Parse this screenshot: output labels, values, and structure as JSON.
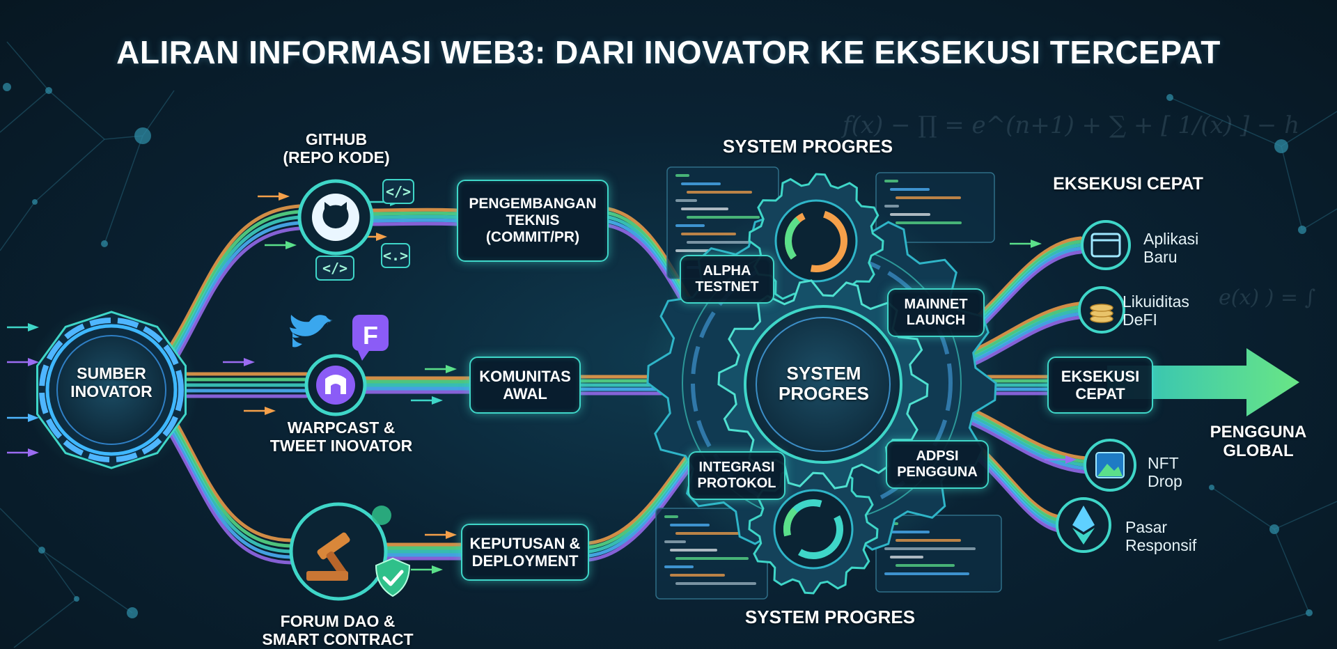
{
  "title": "ALIRAN INFORMASI WEB3: DARI INOVATOR KE EKSEKUSI TERCEPAT",
  "colors": {
    "background": "#0a2233",
    "accent_teal": "#3fd6c8",
    "accent_green": "#5be08a",
    "accent_orange": "#f5a04a",
    "accent_purple": "#9b6cf2",
    "accent_blue": "#4fb6ff"
  },
  "source": {
    "lines": [
      "SUMBER",
      "INOVATOR"
    ]
  },
  "channels": {
    "github": {
      "label_lines": [
        "GITHUB",
        "(REPO KODE)"
      ],
      "icon": "github-icon",
      "code_glyph": "</>",
      "code_glyph_alt": "<.>"
    },
    "warpcast": {
      "label_lines": [
        "WARPCAST &",
        "TWEET INOVATOR"
      ],
      "icon": "warpcast-icon",
      "bird_icon": "twitter-bird-icon",
      "farcaster_icon": "farcaster-icon",
      "farcaster_letter": "F"
    },
    "dao": {
      "label_lines": [
        "FORUM DAO &",
        "SMART CONTRACT"
      ],
      "icon": "gavel-icon",
      "shield_icon": "shield-check-icon"
    }
  },
  "stages": {
    "dev": [
      "PENGEMBANGAN",
      "TEKNIS",
      "(COMMIT/PR)"
    ],
    "community": [
      "KOMUNITAS",
      "AWAL"
    ],
    "deploy": [
      "KEPUTUSAN &",
      "DEPLOYMENT"
    ]
  },
  "engine": {
    "center": [
      "SYSTEM",
      "PROGRES"
    ],
    "top_label": "SYSTEM PROGRES",
    "bottom_label": "SYSTEM PROGRES",
    "alpha": [
      "ALPHA",
      "TESTNET"
    ],
    "mainnet": [
      "MAINNET",
      "LAUNCH"
    ],
    "integrasi": [
      "INTEGRASI",
      "PROTOKOL"
    ],
    "adopsi": [
      "ADPSI",
      "PENGGUNA"
    ]
  },
  "execution": {
    "header": "EKSEKUSI CEPAT",
    "center_box": [
      "EKSEKUSI",
      "CEPAT"
    ],
    "outputs": [
      {
        "lines": [
          "Aplikasi",
          "Baru"
        ],
        "icon": "app-window-icon"
      },
      {
        "lines": [
          "Likuiditas",
          "DeFI"
        ],
        "icon": "coin-stack-icon"
      },
      {
        "lines": [
          "NFT",
          "Drop"
        ],
        "icon": "image-icon"
      },
      {
        "lines": [
          "Pasar",
          "Responsif"
        ],
        "icon": "ethereum-icon"
      }
    ],
    "target": [
      "PENGGUNA",
      "GLOBAL"
    ]
  }
}
